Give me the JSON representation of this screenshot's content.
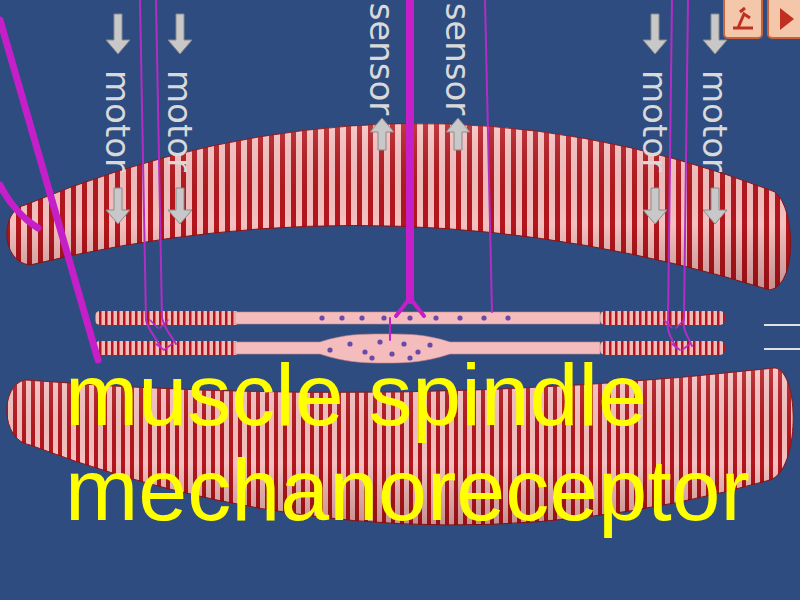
{
  "diagram": {
    "caption": "muscle spindle mechanoreceptor",
    "labels": [
      "motor",
      "motor",
      "sensor",
      "sensor",
      "motor",
      "motor"
    ]
  }
}
